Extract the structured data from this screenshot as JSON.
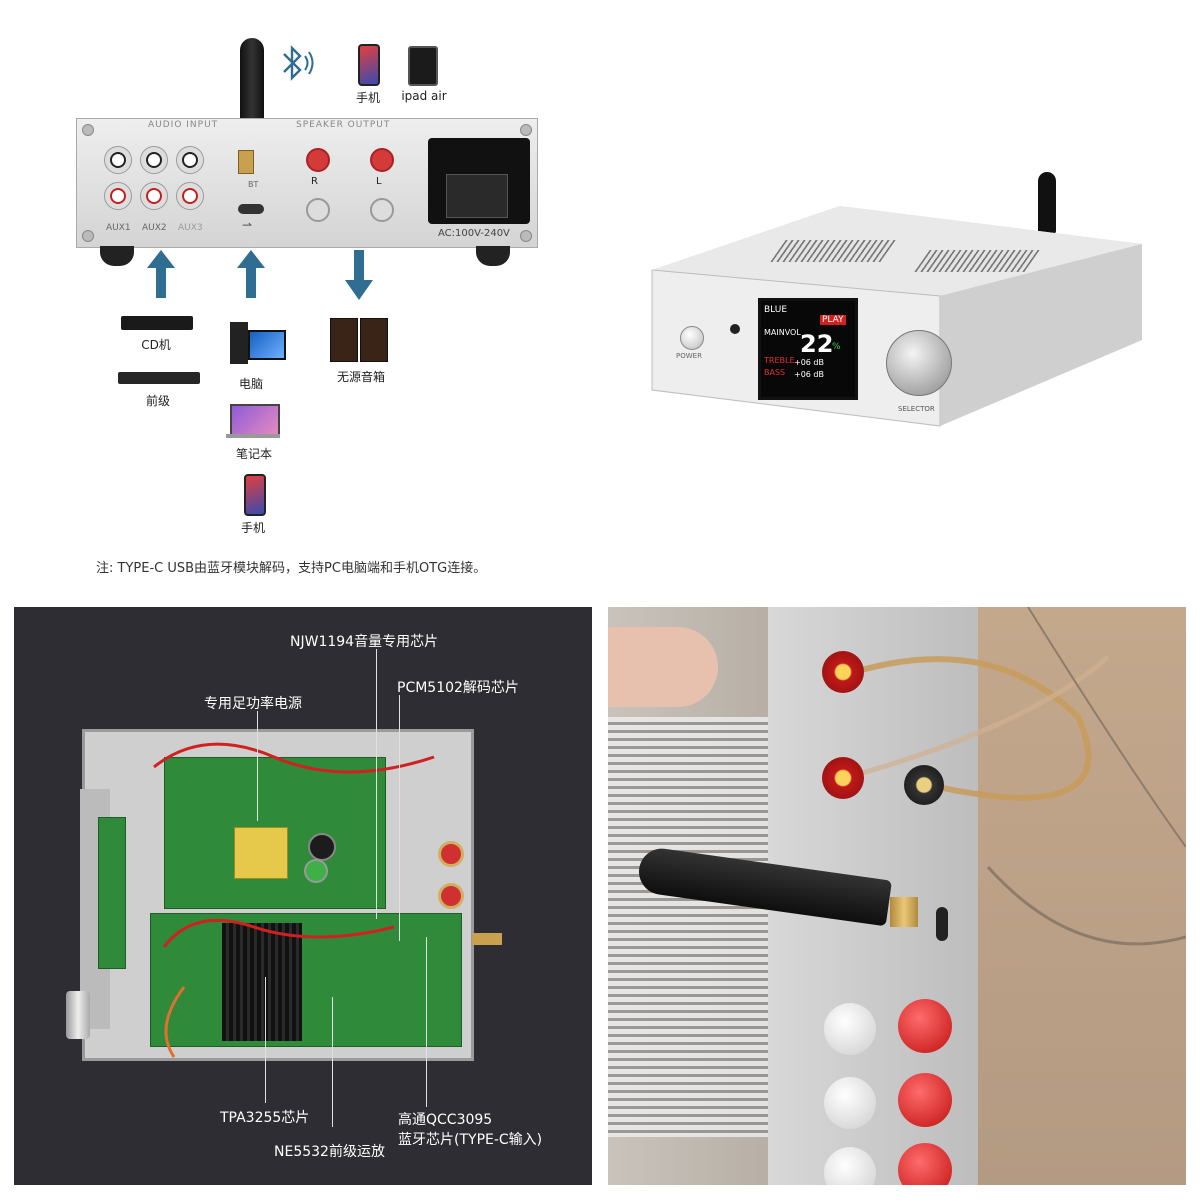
{
  "top_left": {
    "panel_labels": {
      "audio_input": "AUDIO INPUT",
      "speaker_output": "SPEAKER OUTPUT",
      "aux1": "AUX1",
      "aux2": "AUX2",
      "aux3": "AUX3",
      "bt": "BT",
      "r": "R",
      "l": "L",
      "ac": "AC:100V-240V"
    },
    "devices_top": [
      "手机",
      "ipad air"
    ],
    "inputs_left": [
      "CD机",
      "前级"
    ],
    "inputs_usb": [
      "电脑",
      "笔记本",
      "手机"
    ],
    "output": "无源音箱",
    "note": "注: TYPE-C USB由蓝牙模块解码，支持PC电脑端和手机OTG连接。"
  },
  "top_right": {
    "power_label": "POWER",
    "selector_label": "SELECTOR",
    "screen": {
      "source": "BLUE",
      "state": "PLAY",
      "vol_label": "MAINVOL",
      "vol_value": "22",
      "vol_unit": "%",
      "treble_label": "TREBLE",
      "treble_value": "+06 dB",
      "bass_label": "BASS",
      "bass_value": "+06 dB"
    }
  },
  "bottom_left": {
    "callouts": {
      "njw": "NJW1194音量专用芯片",
      "pcm": "PCM5102解码芯片",
      "power": "专用足功率电源",
      "tpa": "TPA3255芯片",
      "qcc_line1": "高通QCC3095",
      "qcc_line2": "蓝牙芯片(TYPE-C输入)",
      "ne": "NE5532前级运放"
    }
  },
  "colors": {
    "arrow": "#2f6d92",
    "dark_bg": "#2e2d33",
    "pcb": "#2f8a3a",
    "chassis": "#d9d9d9",
    "red_terminal": "#d43a3a"
  }
}
